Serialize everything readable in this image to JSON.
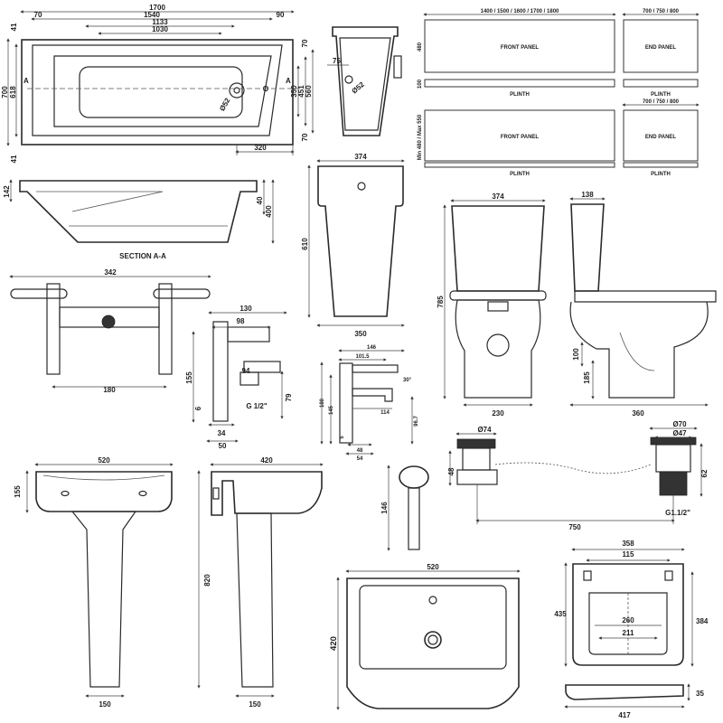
{
  "bath": {
    "overall_length": "1700",
    "rim_left": "70",
    "rim_right": "90",
    "inner_length": "1540",
    "floor_length": "1133",
    "base_length": "1030",
    "widths": [
      "700",
      "618",
      "350",
      "451",
      "560"
    ],
    "end_41_top": "41",
    "end_41_bottom": "41",
    "end_70_top": "70",
    "end_70_bottom": "70",
    "waste_offset": "320",
    "waste_diameter": "Ø52",
    "section_marker_left": "A",
    "section_marker_right": "A",
    "end_view_75": "75",
    "end_view_diameter": "Ø52",
    "section_label": "SECTION A-A",
    "section_142": "142",
    "section_40": "40",
    "section_400": "400"
  },
  "panels": {
    "front_lengths": "1400 / 1500 / 1600 / 1700 / 1800",
    "end_sizes_top": "700 / 750 / 800",
    "end_sizes_bottom": "700 / 750 / 800",
    "front_panel": "FRONT PANEL",
    "front_panel_2": "FRONT PANEL",
    "end_panel": "END PANEL",
    "end_panel_2": "END PANEL",
    "plinth_1": "PLINTH",
    "plinth_2": "PLINTH",
    "plinth_3": "PLINTH",
    "plinth_4": "PLINTH",
    "height_480": "480",
    "height_100": "100",
    "height_range": "Min 480 / Max 550"
  },
  "cistern": {
    "width_top": "374",
    "height": "610",
    "width_bottom": "350"
  },
  "toilet": {
    "front_width": "374",
    "side_depth": "138",
    "height_785": "785",
    "height_100": "100",
    "height_185": "185",
    "base_230": "230",
    "side_360": "360"
  },
  "bath_filler": {
    "width": "342",
    "centres": "180",
    "side_130": "130",
    "side_98": "98",
    "side_155": "155",
    "side_94": "94",
    "thread": "G 1/2\"",
    "side_79": "79",
    "side_6": "6",
    "side_34": "34",
    "side_50": "50"
  },
  "basin_mixer": {
    "width_146": "146",
    "width_101": "101.5",
    "angle": "30°",
    "height_180": "180",
    "height_145": "145",
    "spout_114": "114",
    "depth_96": "96.7",
    "height_5": "5",
    "base_48": "48",
    "base_54": "54"
  },
  "bath_waste": {
    "overflow_dia": "Ø74",
    "waste_dia_70": "Ø70",
    "waste_dia_47": "Ø47",
    "height_48": "48",
    "height_62": "62",
    "length": "750",
    "thread": "G1.1/2\""
  },
  "pedestal_basin": {
    "front_width": "520",
    "front_height": "155",
    "side_depth": "420",
    "overall_height": "820",
    "ped_front": "150",
    "ped_side": "150"
  },
  "overflow_clip": {
    "height": "146"
  },
  "basin_top": {
    "width": "520",
    "depth": "420"
  },
  "seat": {
    "width_358": "358",
    "hinge_115": "115",
    "length_435": "435",
    "length_384": "384",
    "inner_260": "260",
    "inner_211": "211",
    "side_35": "35",
    "side_417": "417"
  }
}
